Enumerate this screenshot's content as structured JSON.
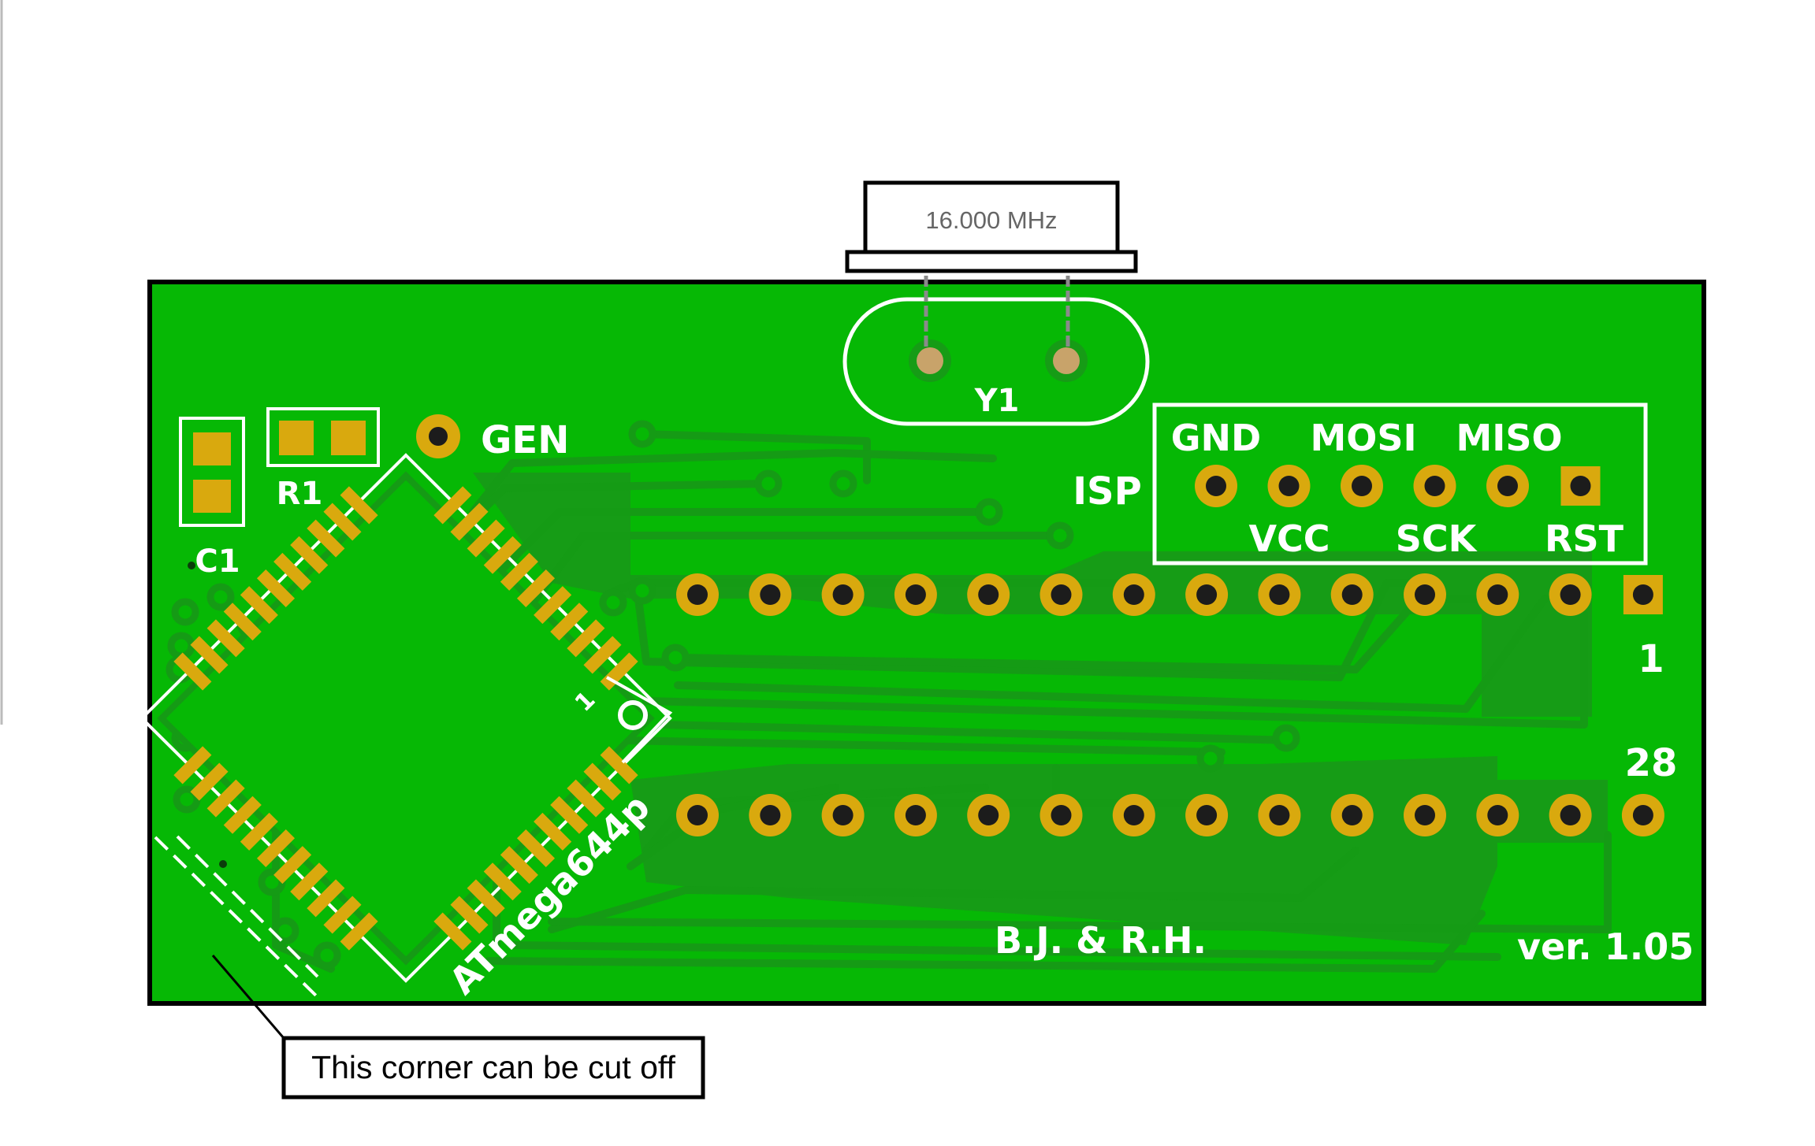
{
  "crystal": {
    "label": "16.000 MHz",
    "ref": "Y1"
  },
  "components": {
    "gen_label": "GEN",
    "r1_label": "R1",
    "c1_label": "C1",
    "chip_label": "ATmega644p",
    "pin1_chip_label": "1"
  },
  "isp": {
    "label": "ISP",
    "top_pins": [
      "GND",
      "MOSI",
      "MISO"
    ],
    "bottom_pins": [
      "VCC",
      "SCK",
      "RST"
    ]
  },
  "header": {
    "pin_top_label": "1",
    "pin_bottom_label": "28"
  },
  "credits": {
    "authors": "B.J.  &  R.H.",
    "version": "ver. 1.05"
  },
  "annotation": {
    "text": "This corner can be cut off"
  },
  "colors": {
    "board": "#06b805",
    "trace": "#159b15",
    "copper": "#d9a90e",
    "hole": "#1c1c1c",
    "silkscreen": "#ffffff"
  }
}
